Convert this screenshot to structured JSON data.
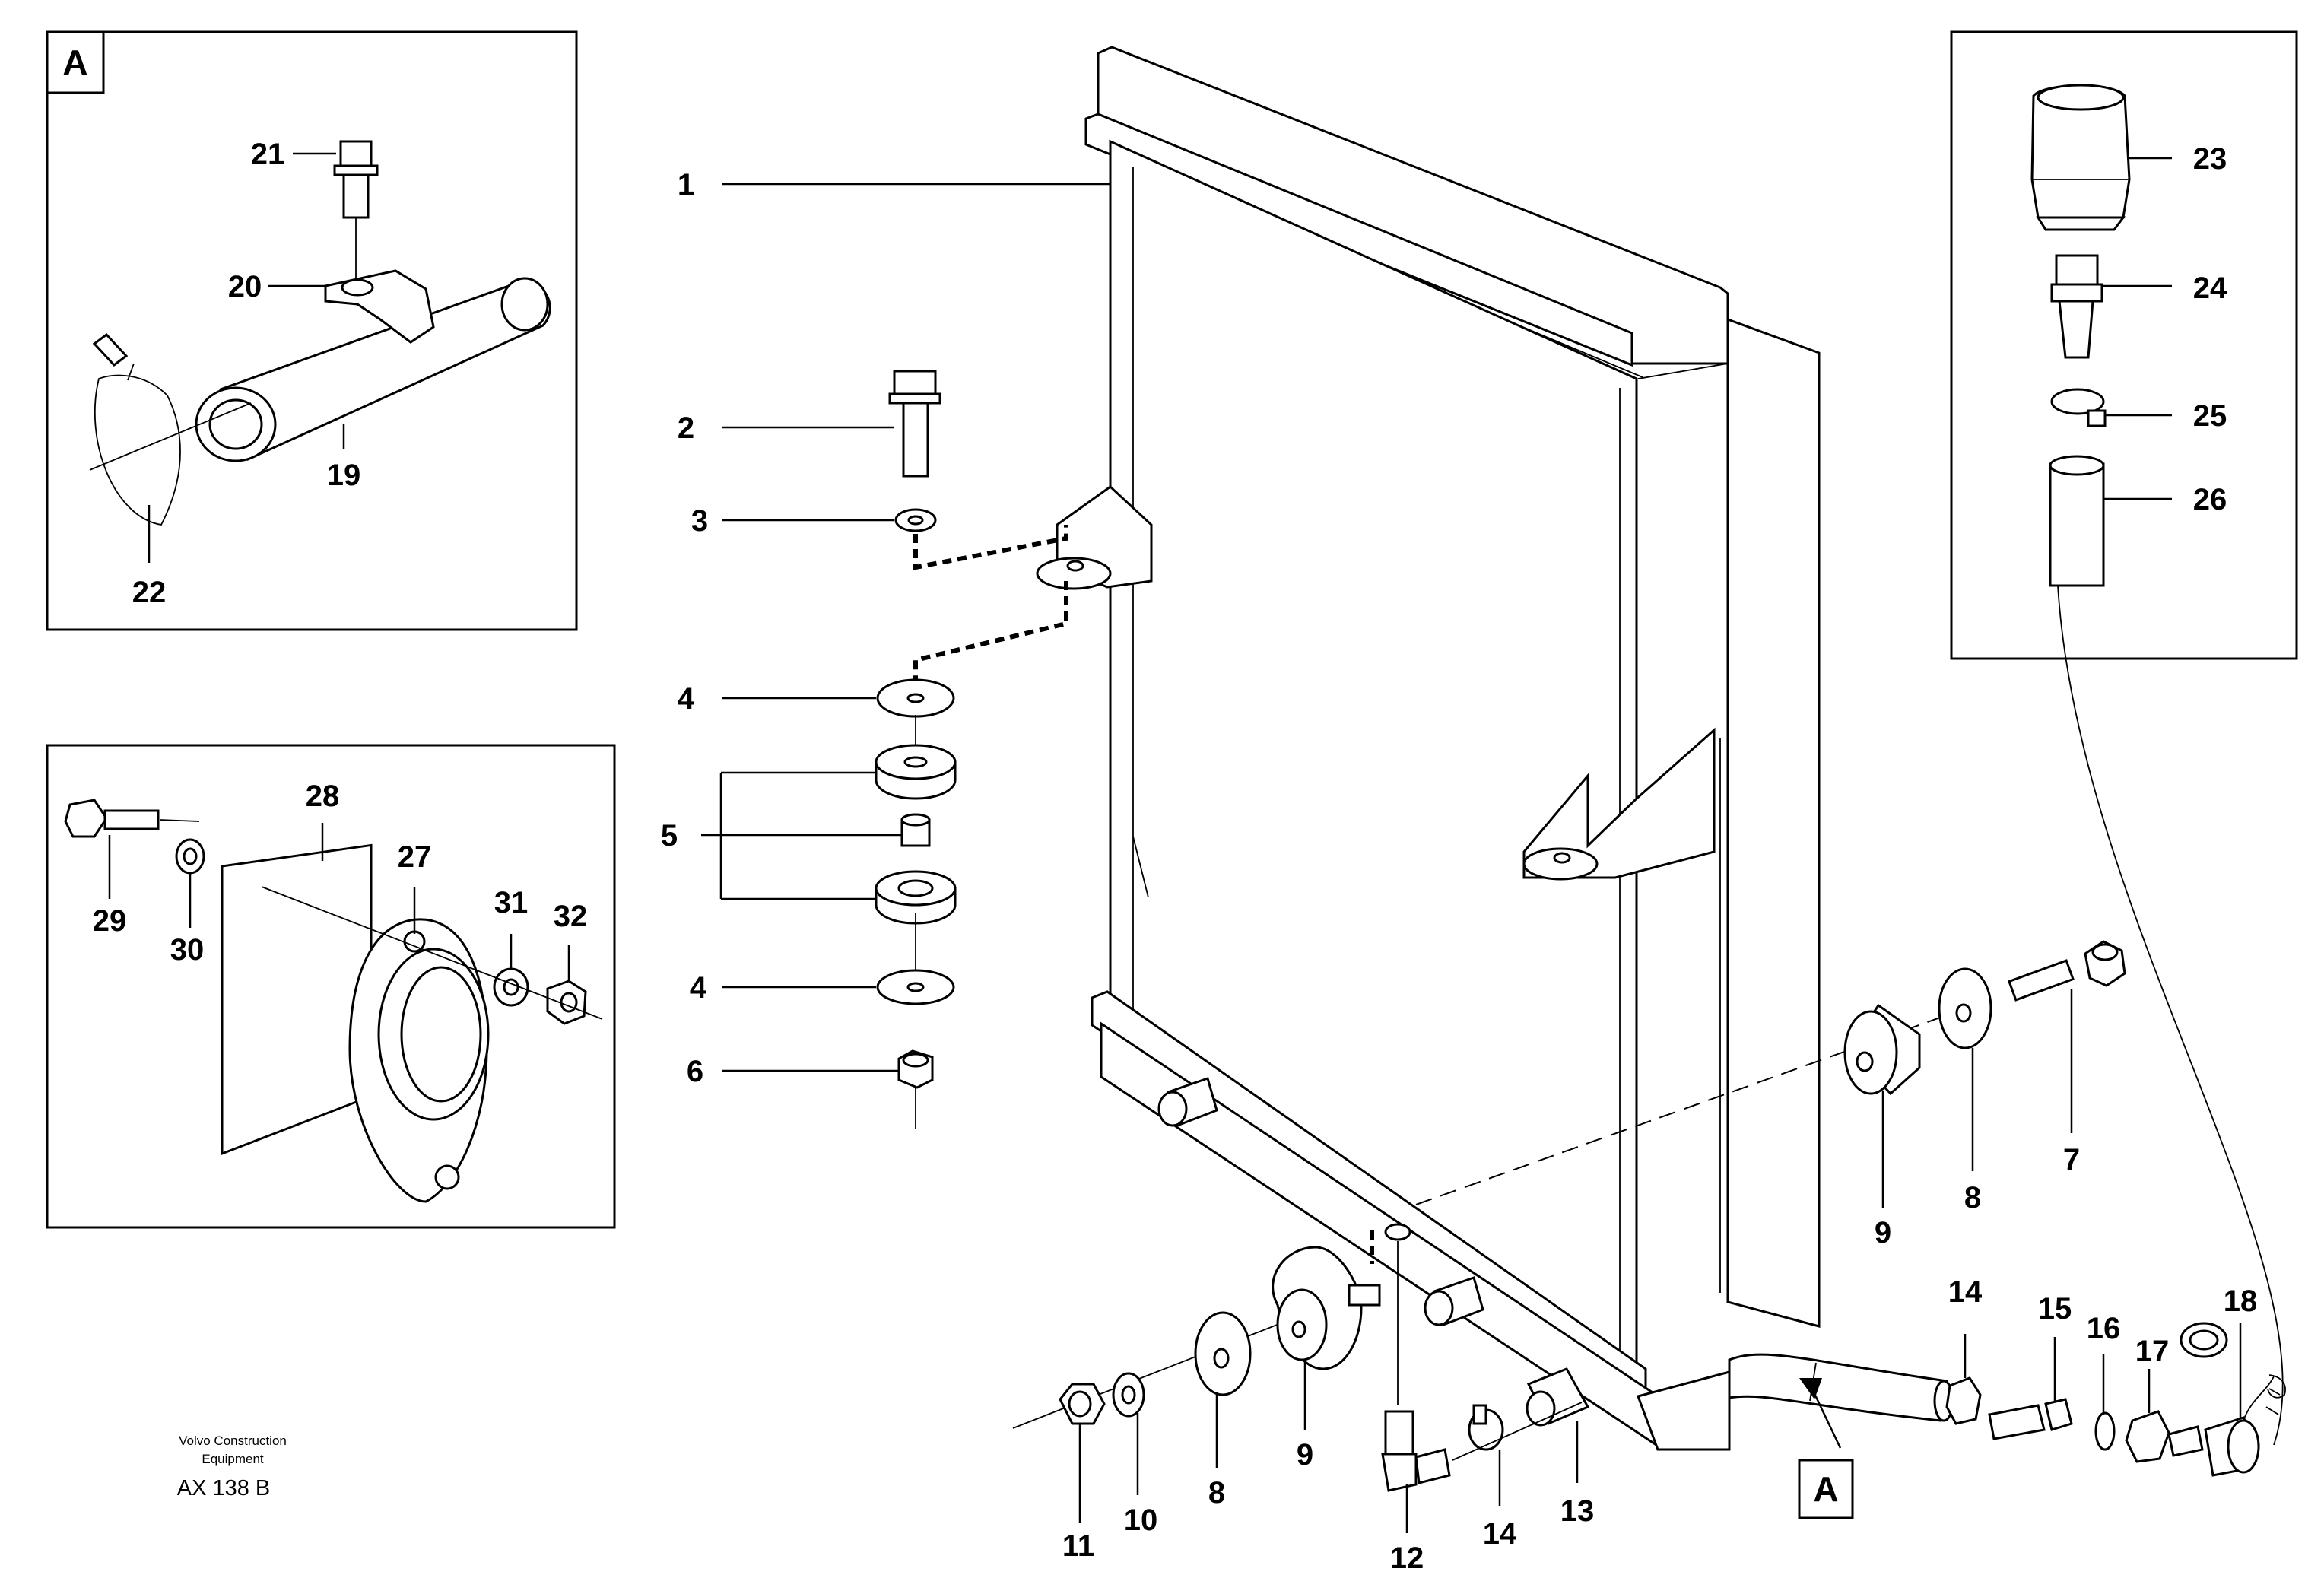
{
  "callouts": {
    "c1": "1",
    "c2": "2",
    "c3": "3",
    "c4a": "4",
    "c5": "5",
    "c4b": "4",
    "c6": "6",
    "c7": "7",
    "c8a": "8",
    "c9a": "9",
    "c8b": "8",
    "c9b": "9",
    "c10": "10",
    "c11": "11",
    "c12": "12",
    "c13": "13",
    "c14a": "14",
    "c14b": "14",
    "c15": "15",
    "c16": "16",
    "c17": "17",
    "c18": "18",
    "c19": "19",
    "c20": "20",
    "c21": "21",
    "c22": "22",
    "c23": "23",
    "c24": "24",
    "c25": "25",
    "c26": "26",
    "c27": "27",
    "c28": "28",
    "c29": "29",
    "c30": "30",
    "c31": "31",
    "c32": "32"
  },
  "detail_labels": {
    "inset_a": "A",
    "pointer_a": "A"
  },
  "footer": {
    "company_line1": "Volvo Construction",
    "company_line2": "Equipment",
    "reference": "AX 138 B"
  }
}
